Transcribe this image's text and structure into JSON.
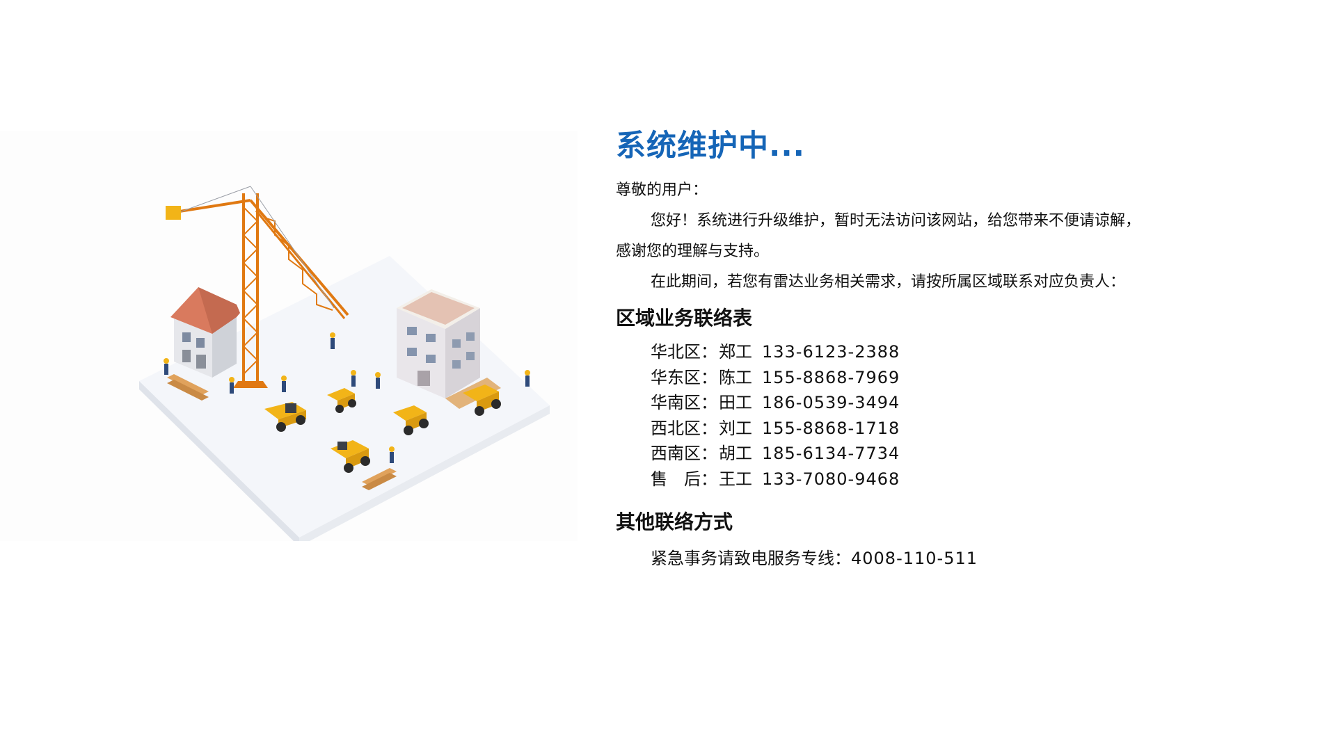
{
  "maintenance": {
    "title": "系统维护中...",
    "greeting": "尊敬的用户：",
    "message_line1": "您好！系统进行升级维护，暂时无法访问该网站，给您带来不便请谅解，",
    "message_line2": "感谢您的理解与支持。",
    "message_line3": "在此期间，若您有雷达业务相关需求，请按所属区域联系对应负责人："
  },
  "contacts": {
    "heading": "区域业务联络表",
    "rows": [
      {
        "region": "华北区：",
        "person": "郑工",
        "phone": "133-6123-2388"
      },
      {
        "region": "华东区：",
        "person": "陈工",
        "phone": "155-8868-7969"
      },
      {
        "region": "华南区：",
        "person": "田工",
        "phone": "186-0539-3494"
      },
      {
        "region": "西北区：",
        "person": "刘工",
        "phone": "155-8868-1718"
      },
      {
        "region": "西南区：",
        "person": "胡工",
        "phone": "185-6134-7734"
      },
      {
        "region": "售　后：",
        "person": "王工",
        "phone": "133-7080-9468"
      }
    ]
  },
  "other": {
    "heading": "其他联络方式",
    "hotline_label": "紧急事务请致电服务专线：",
    "hotline_number": "4008-110-511"
  },
  "colors": {
    "title_blue": "#1565b7",
    "crane_orange": "#f08a1c",
    "machine_yellow": "#f2b418"
  },
  "icons": [
    "construction-illustration"
  ]
}
